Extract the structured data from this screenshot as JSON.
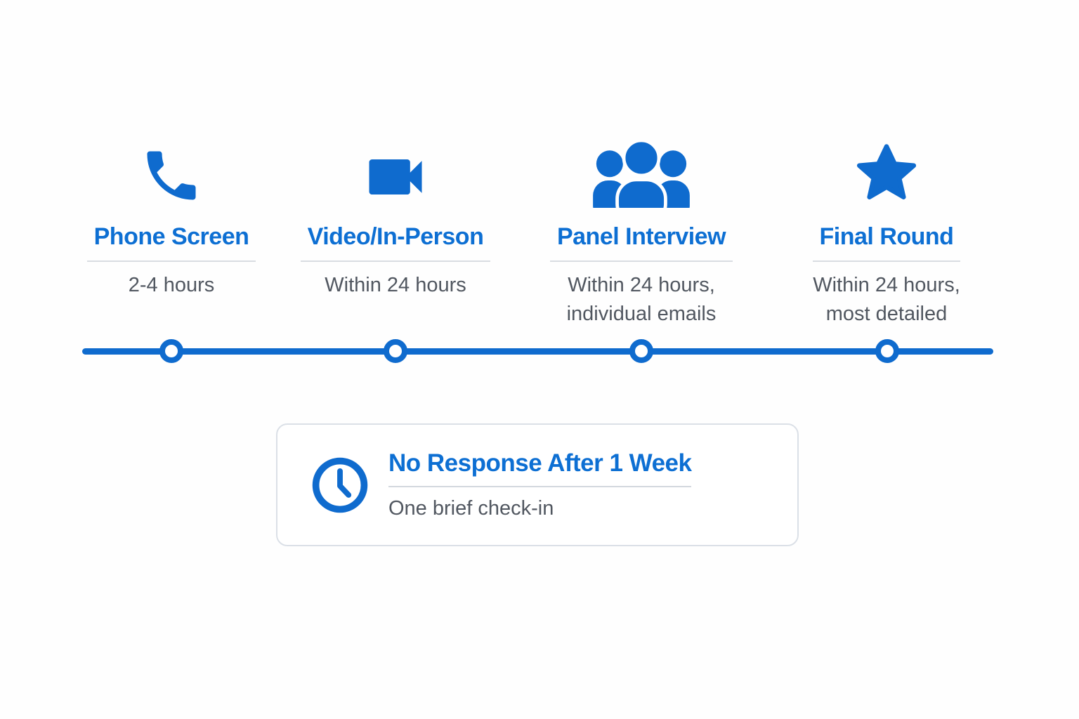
{
  "colors": {
    "accent_blue": "#0f6bce",
    "title_blue": "#0d6fd3",
    "text_gray": "#515760",
    "divider_gray": "#d9dde2",
    "card_border": "#dbe0e7",
    "background": "#fefefe"
  },
  "stages": [
    {
      "icon": "phone-icon",
      "title": "Phone Screen",
      "subtitle_line1": "2-4 hours",
      "subtitle_line2": ""
    },
    {
      "icon": "video-camera-icon",
      "title": "Video/In-Person",
      "subtitle_line1": "Within 24 hours",
      "subtitle_line2": ""
    },
    {
      "icon": "people-icon",
      "title": "Panel Interview",
      "subtitle_line1": "Within 24 hours,",
      "subtitle_line2": "individual emails"
    },
    {
      "icon": "star-icon",
      "title": "Final Round",
      "subtitle_line1": "Within 24 hours,",
      "subtitle_line2": "most detailed"
    }
  ],
  "note_card": {
    "icon": "clock-icon",
    "title": "No Response After 1 Week",
    "subtitle": "One brief check-in"
  }
}
